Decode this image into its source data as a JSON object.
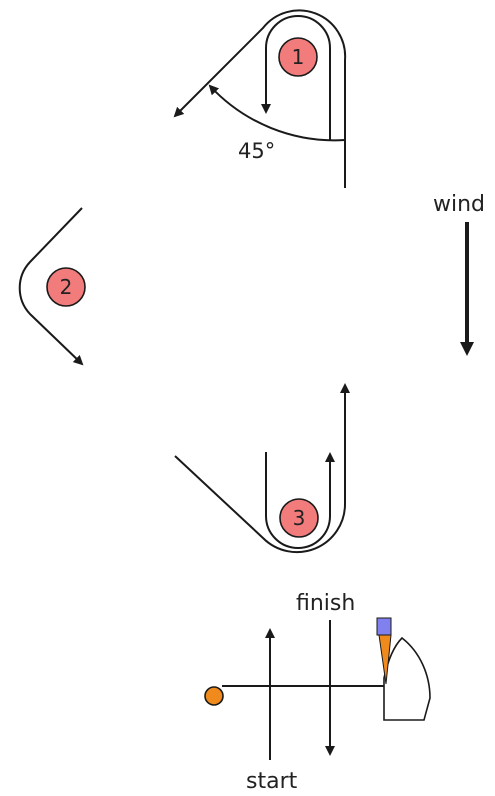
{
  "labels": {
    "angle": "45°",
    "wind": "wind",
    "finish": "finish",
    "start": "start"
  },
  "marks": [
    {
      "id": "mark-1",
      "label": "1"
    },
    {
      "id": "mark-2",
      "label": "2"
    },
    {
      "id": "mark-3",
      "label": "3"
    }
  ],
  "colors": {
    "mark_fill": "#f27b7b",
    "stroke": "#1a1a1a",
    "start_buoy": "#f08a1c",
    "flag_blue": "#8080ee",
    "flag_orange": "#f08a1c"
  }
}
